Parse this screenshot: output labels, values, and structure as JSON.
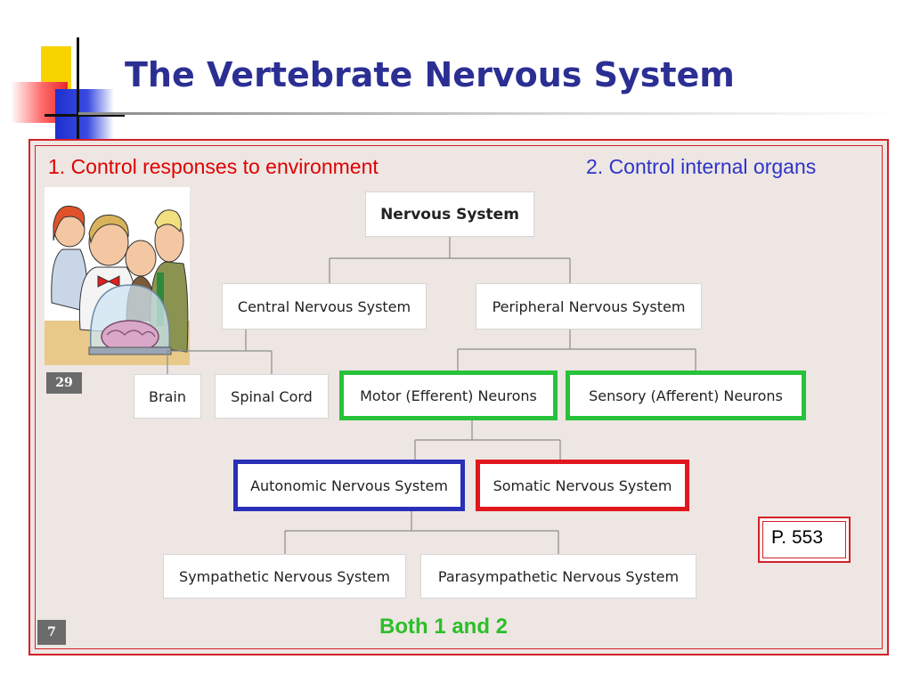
{
  "header": {
    "title": "The Vertebrate Nervous System"
  },
  "labels": {
    "function1": "1. Control responses to environment",
    "function2": "2. Control internal organs",
    "both": "Both 1 and 2",
    "page_ref": "P. 553",
    "slide_number_small": "29",
    "slide_number": "7"
  },
  "colors": {
    "title": "#2b2f93",
    "frame": "#d42027",
    "function1": "#e00000",
    "function2": "#2e33c9",
    "both": "#2bbf27",
    "highlight_green": "#28c23a",
    "highlight_blue": "#2a2fb8",
    "highlight_red": "#e2171e"
  },
  "diagram": {
    "nodes": {
      "nervous_system": "Nervous System",
      "cns": "Central Nervous System",
      "pns": "Peripheral Nervous System",
      "brain": "Brain",
      "spinal_cord": "Spinal Cord",
      "motor": "Motor (Efferent) Neurons",
      "sensory": "Sensory (Afferent) Neurons",
      "autonomic": "Autonomic Nervous System",
      "somatic": "Somatic Nervous System",
      "sympathetic": "Sympathetic Nervous System",
      "parasympathetic": "Parasympathetic Nervous System"
    }
  }
}
